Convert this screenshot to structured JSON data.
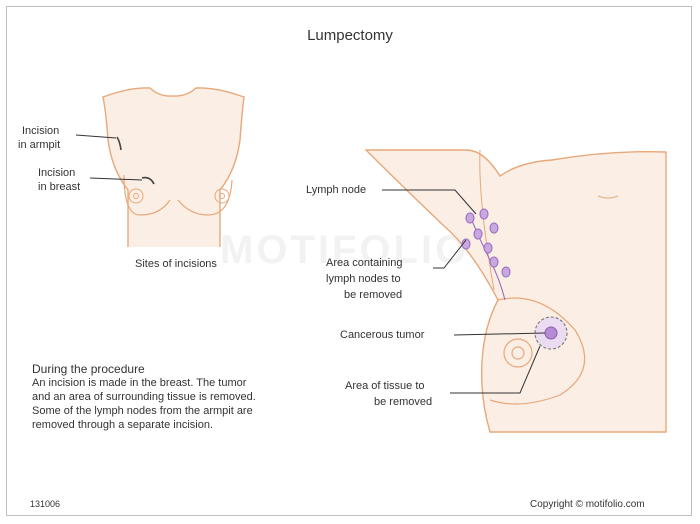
{
  "title": "Lumpectomy",
  "labels": {
    "incision_armpit_1": "Incision",
    "incision_armpit_2": "in armpit",
    "incision_breast_1": "Incision",
    "incision_breast_2": "in breast",
    "sites_caption": "Sites of incisions",
    "lymph_node": "Lymph node",
    "area_lymph_1": "Area containing",
    "area_lymph_2": "lymph nodes to",
    "area_lymph_3": "be removed",
    "tumor": "Cancerous tumor",
    "area_tissue_1": "Area of tissue to",
    "area_tissue_2": "be removed"
  },
  "description": {
    "heading": "During the procedure",
    "lines": [
      "An incision is made in the breast. The tumor",
      "and an area of surrounding tissue is removed.",
      "Some of the lymph nodes from the armpit are",
      "removed through a separate incision."
    ]
  },
  "footer": {
    "id": "131006",
    "copyright": "Copyright © motifolio.com"
  },
  "watermark": "MOTIFOLIO",
  "colors": {
    "skin_fill": "#fbeee4",
    "skin_outline": "#e8a87a",
    "lymph": "#9a6fc0",
    "leader": "#333333"
  }
}
